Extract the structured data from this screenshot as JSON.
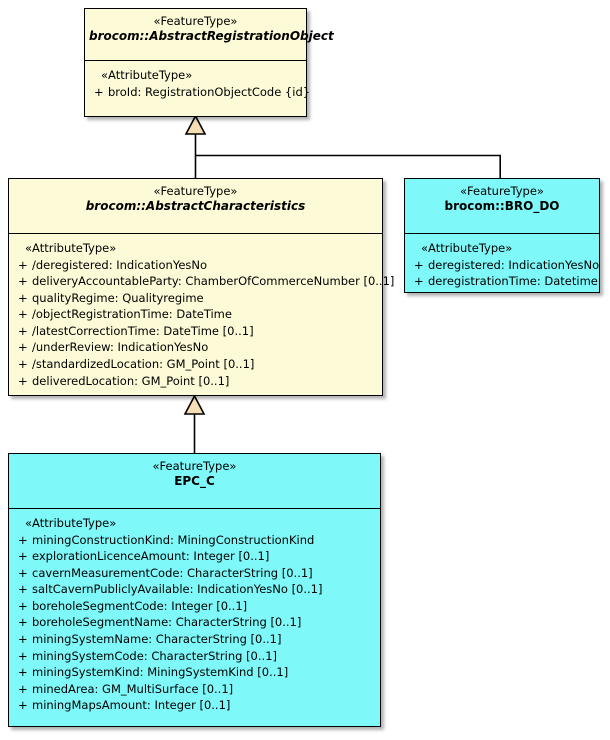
{
  "diagram": {
    "type": "uml-class-diagram",
    "title": "",
    "background": "#ffffff",
    "colors": {
      "feature_type_abstract_fill": "#fdfbd7",
      "feature_type_concrete_fill": "#7ef8f8",
      "border": "#000000",
      "generalization_arrow_fill": "#f5deb3"
    }
  },
  "classes": [
    {
      "id": "abstract-registration-object",
      "stereotype": "«FeatureType»",
      "name": "brocom::AbstractRegistrationObject",
      "abstract": true,
      "fill": "#fdfbd7",
      "compartment_stereotype": "«AttributeType»",
      "attributes": [
        {
          "visibility": "+",
          "text": "broId: RegistrationObjectCode {id}"
        }
      ]
    },
    {
      "id": "abstract-characteristics",
      "stereotype": "«FeatureType»",
      "name": "brocom::AbstractCharacteristics",
      "abstract": true,
      "fill": "#fdfbd7",
      "compartment_stereotype": "«AttributeType»",
      "attributes": [
        {
          "visibility": "+",
          "text": "/deregistered: IndicationYesNo"
        },
        {
          "visibility": "+",
          "text": "deliveryAccountableParty: ChamberOfCommerceNumber [0..1]"
        },
        {
          "visibility": "+",
          "text": "qualityRegime: Qualityregime"
        },
        {
          "visibility": "+",
          "text": "/objectRegistrationTime: DateTime"
        },
        {
          "visibility": "+",
          "text": "/latestCorrectionTime: DateTime [0..1]"
        },
        {
          "visibility": "+",
          "text": "/underReview: IndicationYesNo"
        },
        {
          "visibility": "+",
          "text": "/standardizedLocation: GM_Point [0..1]"
        },
        {
          "visibility": "+",
          "text": "deliveredLocation: GM_Point [0..1]"
        }
      ]
    },
    {
      "id": "bro-do",
      "stereotype": "«FeatureType»",
      "name": "brocom::BRO_DO",
      "abstract": false,
      "fill": "#7ef8f8",
      "compartment_stereotype": "«AttributeType»",
      "attributes": [
        {
          "visibility": "+",
          "text": "deregistered: IndicationYesNo"
        },
        {
          "visibility": "+",
          "text": "deregistrationTime: Datetime"
        }
      ]
    },
    {
      "id": "epc-c",
      "stereotype": "«FeatureType»",
      "name": "EPC_C",
      "abstract": false,
      "fill": "#7ef8f8",
      "compartment_stereotype": "«AttributeType»",
      "attributes": [
        {
          "visibility": "+",
          "text": "miningConstructionKind: MiningConstructionKind"
        },
        {
          "visibility": "+",
          "text": "explorationLicenceAmount: Integer [0..1]"
        },
        {
          "visibility": "+",
          "text": "cavernMeasurementCode: CharacterString [0..1]"
        },
        {
          "visibility": "+",
          "text": "saltCavernPubliclyAvailable: IndicationYesNo [0..1]"
        },
        {
          "visibility": "+",
          "text": "boreholeSegmentCode: Integer [0..1]"
        },
        {
          "visibility": "+",
          "text": "boreholeSegmentName: CharacterString [0..1]"
        },
        {
          "visibility": "+",
          "text": "miningSystemName: CharacterString [0..1]"
        },
        {
          "visibility": "+",
          "text": "miningSystemCode: CharacterString [0..1]"
        },
        {
          "visibility": "+",
          "text": "miningSystemKind: MiningSystemKind [0..1]"
        },
        {
          "visibility": "+",
          "text": "minedArea: GM_MultiSurface [0..1]"
        },
        {
          "visibility": "+",
          "text": "miningMapsAmount: Integer [0..1]"
        }
      ]
    }
  ],
  "relationships": [
    {
      "kind": "generalization",
      "from": "abstract-characteristics",
      "to": "abstract-registration-object",
      "label": ""
    },
    {
      "kind": "generalization",
      "from": "bro-do",
      "to": "abstract-registration-object",
      "label": ""
    },
    {
      "kind": "generalization",
      "from": "epc-c",
      "to": "abstract-characteristics",
      "label": ""
    }
  ]
}
